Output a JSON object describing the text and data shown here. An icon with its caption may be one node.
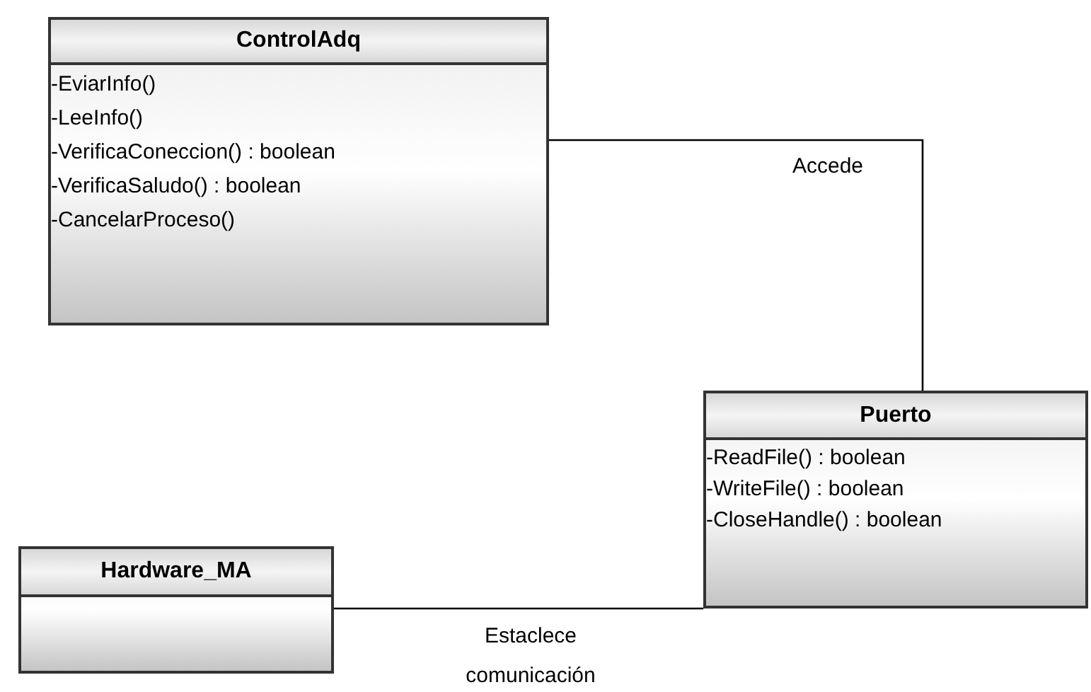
{
  "diagram": {
    "nodes": [
      {
        "text": [
          "ControlAdq",
          "-EviarInfo()",
          "-LeeInfo()",
          "-VerificaConeccion() : boolean",
          "-VerificaSaludo() : boolean",
          "-CancelarProceso()"
        ]
      },
      {
        "text": [
          "Puerto",
          "-ReadFile() : boolean",
          "-WriteFile() : boolean",
          "-CloseHandle() : boolean"
        ]
      },
      {
        "text": [
          "Hardware_MA"
        ]
      }
    ],
    "edges": [
      {
        "from": 0,
        "to": 1,
        "arrow": "none",
        "label": "Accede"
      },
      {
        "from": 2,
        "to": 1,
        "arrow": "none",
        "label": "Estaclece comunicación"
      }
    ]
  }
}
